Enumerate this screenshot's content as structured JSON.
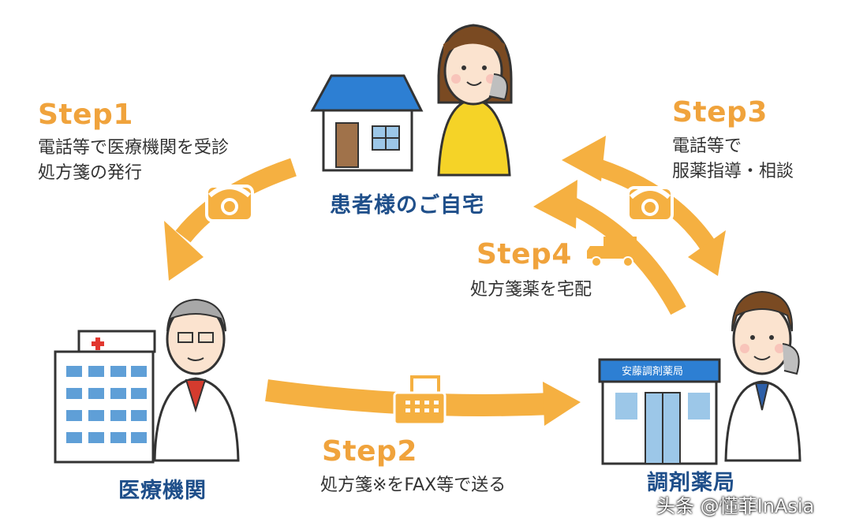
{
  "steps": [
    {
      "title": "Step1",
      "lines": [
        "電話等で医療機関を受診",
        "処方箋の発行"
      ]
    },
    {
      "title": "Step2",
      "lines": [
        "処方箋※をFAX等で送る"
      ]
    },
    {
      "title": "Step3",
      "lines": [
        "電話等で",
        "服薬指導・相談"
      ]
    },
    {
      "title": "Step4",
      "lines": [
        "処方箋薬を宅配"
      ]
    }
  ],
  "places": {
    "home": "患者様のご自宅",
    "clinic": "医療機関",
    "pharmacy": "調剤薬局",
    "pharmacy_sign": "安藤調剤薬局"
  },
  "watermark": "头条 @懂菲InAsia",
  "colors": {
    "accent": "#f0a33c",
    "place_text": "#1f4f8a",
    "roof": "#2d7fd3",
    "building": "#9cc7e8"
  }
}
